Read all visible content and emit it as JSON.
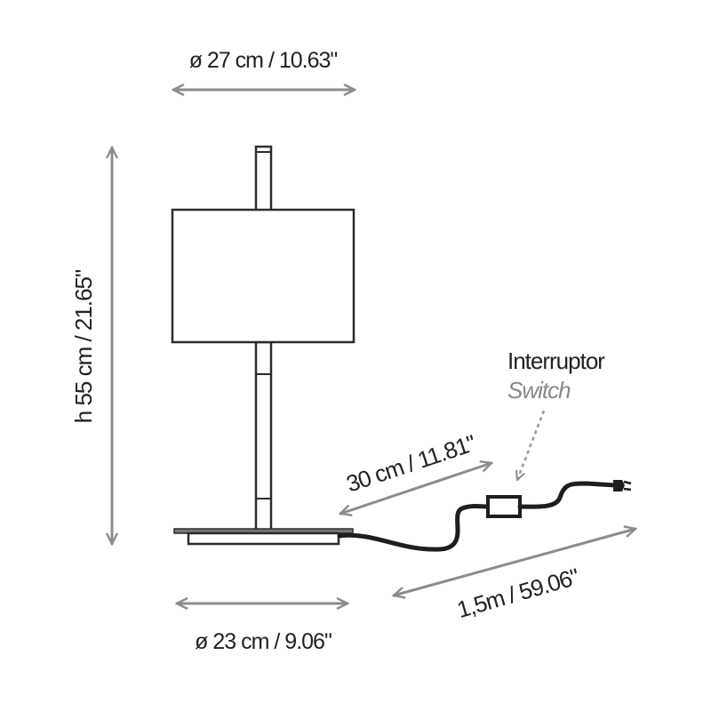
{
  "dimensions": {
    "shade_diameter": "ø 27 cm / 10.63\"",
    "height": "h 55 cm / 21.65\"",
    "base_diameter": "ø 23 cm / 9.06\"",
    "switch_distance": "30 cm / 11.81\"",
    "cable_length": "1,5m / 59.06\""
  },
  "switch": {
    "label": "Interruptor",
    "label_en": "Switch"
  },
  "colors": {
    "arrow": "#8c8c8c",
    "line": "#2b2b2b",
    "secondary_text": "#888888"
  }
}
